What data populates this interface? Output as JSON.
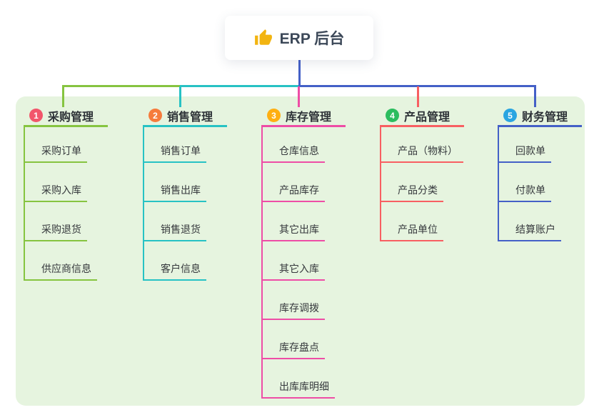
{
  "root": {
    "title": "ERP 后台",
    "icon": "thumbs-up-icon",
    "icon_color": "#f2b411",
    "text_color": "#3c4858"
  },
  "canvas": {
    "page_bg": "#ffffff",
    "panel_bg": "#e6f4df"
  },
  "branches": [
    {
      "index": "1",
      "label": "采购管理",
      "badge_color": "#f2566b",
      "line_color": "#86c440",
      "children": [
        "采购订单",
        "采购入库",
        "采购退货",
        "供应商信息"
      ]
    },
    {
      "index": "2",
      "label": "销售管理",
      "badge_color": "#f67b3c",
      "line_color": "#27c2c4",
      "children": [
        "销售订单",
        "销售出库",
        "销售退货",
        "客户信息"
      ]
    },
    {
      "index": "3",
      "label": "库存管理",
      "badge_color": "#feaf12",
      "line_color": "#ee4da6",
      "children": [
        "仓库信息",
        "产品库存",
        "其它出库",
        "其它入库",
        "库存调拨",
        "库存盘点",
        "出库库明细"
      ]
    },
    {
      "index": "4",
      "label": "产品管理",
      "badge_color": "#2cbd5f",
      "line_color": "#f85f62",
      "children": [
        "产品（物料）",
        "产品分类",
        "产品单位"
      ]
    },
    {
      "index": "5",
      "label": "财务管理",
      "badge_color": "#2aa5e1",
      "line_color": "#4460c7",
      "children": [
        "回款单",
        "付款单",
        "结算账户"
      ]
    }
  ]
}
